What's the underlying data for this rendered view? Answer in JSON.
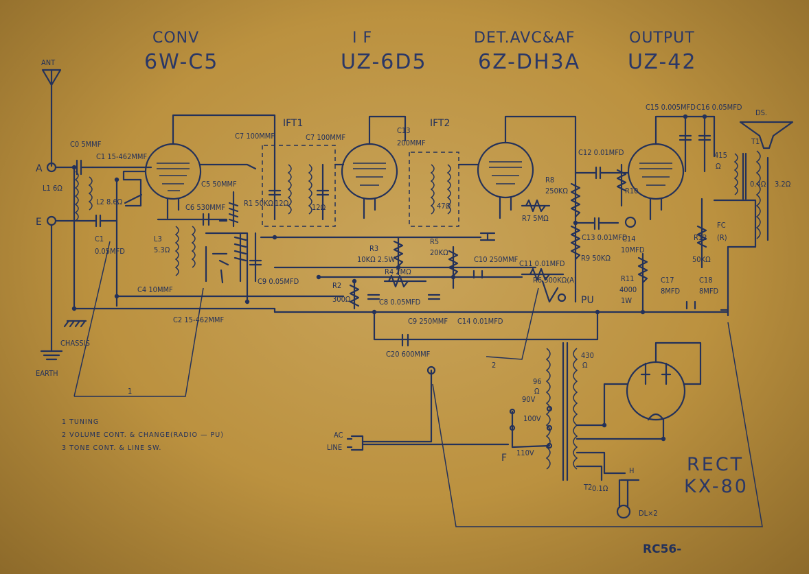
{
  "headers": {
    "conv": {
      "role": "CONV",
      "tube": "6W-C5"
    },
    "if": {
      "role": "I F",
      "tube": "UZ-6D5"
    },
    "det": {
      "role": "DET.AVC&AF",
      "tube": "6Z-DH3A"
    },
    "output": {
      "role": "OUTPUT",
      "tube": "UZ-42"
    }
  },
  "rectifier": {
    "role": "RECT",
    "tube": "KX-80"
  },
  "model": "RC56-",
  "terminals": {
    "ant": "ANT",
    "a": "A",
    "e": "E",
    "chassis": "CHASSIS",
    "earth": "EARTH",
    "ac_line": [
      "AC",
      "LINE"
    ],
    "pu": "PU",
    "ds": "DS."
  },
  "components": {
    "c0": "C0 5MMF",
    "c1_var": "C1 15-462MMF",
    "l1": "L1 6Ω",
    "l2": "L2 8.6Ω",
    "c1": "C1",
    "c1_val": "0.05MFD",
    "l3": "L3",
    "l3_val": "5.3Ω",
    "c4": "C4 10MMF",
    "c5": "C5 50MMF",
    "c6": "C6 530MMF",
    "c2_var": "C2 15-462MMF",
    "r1": "R1 50KΩ",
    "c9": "C9 0.05MFD",
    "ift1": "IFT1",
    "ct1": "C7 100MMF",
    "ct2": "C7 100MMF",
    "ift1_r1": "12Ω",
    "ift1_r2": "12Ω",
    "c13": "C13",
    "c13_val": "200MMF",
    "ift2": "IFT2",
    "ift2_r": "47Ω",
    "r2": "R2",
    "r2_val": "300Ω",
    "r3": "R3",
    "r3_val": "10KΩ 2.5W",
    "r4": "R4 2MΩ",
    "c8": "C8 0.05MFD",
    "c9b": "C9 250MMF",
    "r5": "R5",
    "r5_val": "20KΩ",
    "c10": "C10 250MMF",
    "c11": "C11 0.01MFD",
    "c14": "C14 0.01MFD",
    "r7": "R7 5MΩ",
    "r8": "R8",
    "r8_val": "250KΩ",
    "r6": "R6 500KΩ(A)",
    "c12": "C12 0.01MFD",
    "c13b": "C13 0.01MFD",
    "r9": "R9 50KΩ",
    "r10": "R10",
    "c14b": "C14",
    "c14b_val": "10MFD",
    "r11": "R11",
    "r11_val": "4000",
    "r11_w": "1W",
    "c17": "C17",
    "c17_val": "8MFD",
    "c18": "C18",
    "c18_val": "8MFD",
    "c15": "C15 0.005MFD",
    "c16": "C16 0.05MFD",
    "t1": "T1",
    "t1_r1": "415",
    "t1_r2": "Ω",
    "t1_sec": "0.4Ω",
    "t1_sec2": "3.2Ω",
    "fc": "FC",
    "fc_val": "(R)",
    "r12": "R12",
    "r12_val": "50KΩ",
    "c20": "C20 600MMF",
    "t2": "T2",
    "t2_r1": "430",
    "t2_r1u": "Ω",
    "t2_r2": "96",
    "t2_r2u": "Ω",
    "tap_90": "90V",
    "tap_100": "100V",
    "tap_110": "110V",
    "f": "F",
    "h": "H",
    "pilot_r": "0.1Ω",
    "dl": "DL×2"
  },
  "legend": [
    "1  TUNING",
    "2  VOLUME CONT. & CHANGE(RADIO — PU)",
    "3  TONE CONT. & LINE SW."
  ],
  "legend_marks": [
    "1",
    "2"
  ],
  "colors": {
    "paper": "#c3994b",
    "ink": "#23315a"
  }
}
